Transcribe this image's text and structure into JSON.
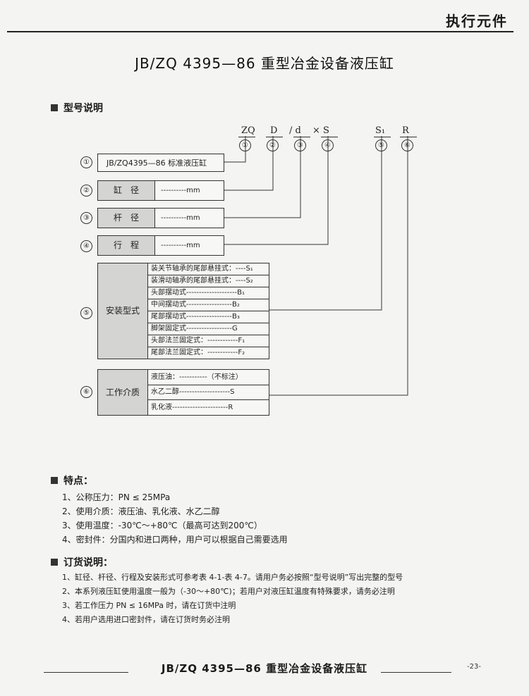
{
  "header": {
    "section": "执行元件"
  },
  "title": "JB/ZQ 4395—86 重型冶金设备液压缸",
  "model_section": {
    "heading": "型号说明",
    "code": [
      "ZQ",
      "D",
      "/ d",
      "× S",
      "S₁",
      "R"
    ],
    "code_markers": [
      "①",
      "②",
      "③",
      "④",
      "⑤",
      "⑥"
    ],
    "rows": {
      "r1": {
        "marker": "①",
        "label": "JB/ZQ4395—86 标准液压缸"
      },
      "r2": {
        "marker": "②",
        "label": "缸　径",
        "value": "----------",
        "unit": "mm"
      },
      "r3": {
        "marker": "③",
        "label": "杆　径",
        "value": "----------",
        "unit": "mm"
      },
      "r4": {
        "marker": "④",
        "label": "行　程",
        "value": "----------",
        "unit": "mm"
      },
      "r5": {
        "marker": "⑤",
        "label": "安装型式",
        "options": [
          {
            "name": "装关节轴承的尾部悬挂式",
            "code": "S₁"
          },
          {
            "name": "装滑动轴承的尾部悬挂式",
            "code": "S₂"
          },
          {
            "name": "头部摆动式",
            "code": "B₁"
          },
          {
            "name": "中间摆动式",
            "code": "B₂"
          },
          {
            "name": "尾部摆动式",
            "code": "B₃"
          },
          {
            "name": "脚架固定式",
            "code": "G"
          },
          {
            "name": "头部法兰固定式",
            "code": "F₁"
          },
          {
            "name": "尾部法兰固定式",
            "code": "F₂"
          }
        ]
      },
      "r6": {
        "marker": "⑥",
        "label": "工作介质",
        "options": [
          {
            "name": "液压油",
            "code": "（不标注）"
          },
          {
            "name": "水乙二醇",
            "code": "S"
          },
          {
            "name": "乳化液",
            "code": "R"
          }
        ]
      }
    }
  },
  "features": {
    "heading": "特点：",
    "items": [
      "1、公称压力：PN ≤ 25MPa",
      "2、使用介质：液压油、乳化液、水乙二醇",
      "3、使用温度：-30℃～+80℃（最高可达到200℃）",
      "4、密封件：分国内和进口两种，用户可以根据自己需要选用"
    ]
  },
  "ordering": {
    "heading": "订货说明：",
    "items": [
      "1、缸径、杆径、行程及安装形式可参考表 4-1-表 4-7。请用户务必按照“型号说明”写出完整的型号",
      "2、本系列液压缸使用温度一般为（-30～+80℃)；若用户对液压缸温度有特殊要求，请务必注明",
      "3、若工作压力 PN ≤ 16MPa 时，请在订货中注明",
      "4、若用户选用进口密封件，请在订货时务必注明"
    ]
  },
  "footer": {
    "title": "JB/ZQ 4395—86 重型冶金设备液压缸",
    "page": "-23-"
  }
}
